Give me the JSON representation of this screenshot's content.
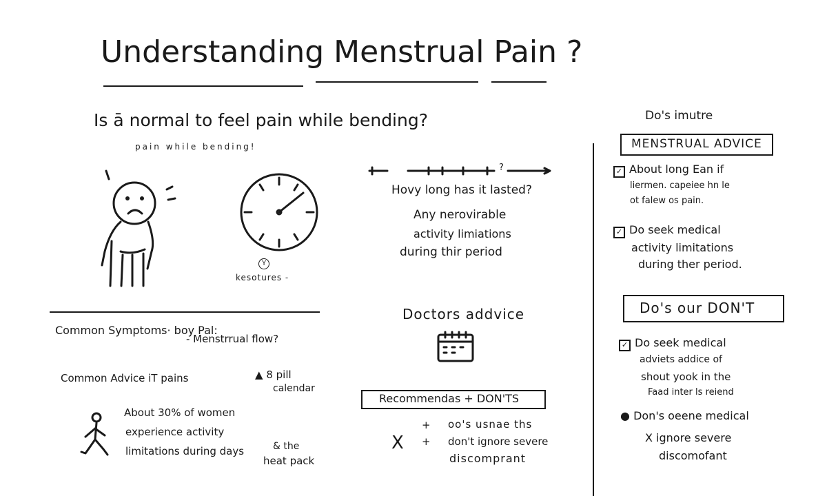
{
  "title": "Understanding Menstrual Pain ?",
  "question": "Is ā normal to feel pain while bending?",
  "question_sub": "pain while bending!",
  "clock_label": "kesotures -",
  "clock_glyph": "Y",
  "left_bottom": {
    "symptoms": "Common Symptoms· boy Pal:",
    "symptoms_sub": "- Menstrrual flow?",
    "advice": "Common Advice iT pains",
    "pill": "8 pill",
    "pill_sub": "calendar",
    "stat_lines": [
      "About 30% of women",
      "experience activity",
      "limitations during days"
    ],
    "heat": "& the",
    "heat_sub": "heat pack"
  },
  "middle": {
    "timeline_mark": "?",
    "duration_lines": [
      "Hovy long has it lasted?",
      "Any nerovirable",
      "activity limiations",
      "during thir period"
    ],
    "doctors": "Doctors addvice",
    "recommend_box": "Recommendas + DON'TS",
    "rec_line1": "oo's usnae ths",
    "rec_line2": "don't ignore severe",
    "rec_line3": "discomprant",
    "rec_plus": "+",
    "rec_x": "X"
  },
  "right": {
    "heading": "Do's imutre",
    "advice_box": "MENSTRUAL ADVICE",
    "item1": [
      "About long Ean if",
      "liermen. capeiee hn le",
      "ot falew os pain."
    ],
    "item2": [
      "Do seek medical",
      "activity limitations",
      "during ther period."
    ],
    "dos_box": "Do's our DON'T",
    "item3": [
      "Do seek medical",
      "adviets addice of",
      "shout yook in the",
      "Faad inter ls reiend"
    ],
    "item4": "Don's oeene medical",
    "item5": [
      "X ignore severe",
      "discomofant"
    ]
  },
  "icons": [
    "sad-figure-icon",
    "clock-icon",
    "calendar-icon",
    "walking-figure-icon",
    "checkbox-icon",
    "bullet-icon",
    "cross-icon"
  ]
}
